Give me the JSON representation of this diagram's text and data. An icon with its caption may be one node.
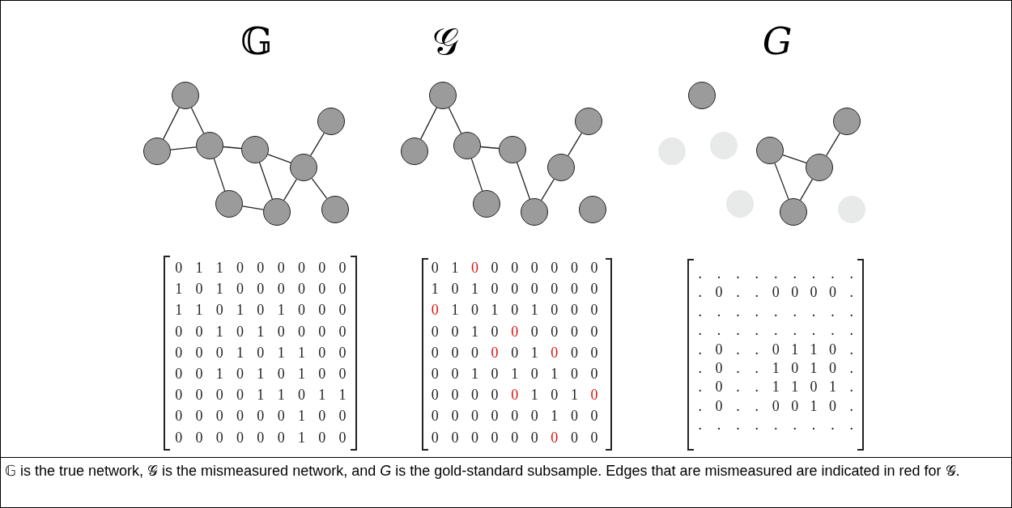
{
  "diagram": {
    "caption": "𝔾 is the true network, 𝒢 is the mismeasured network, and *G* is the gold-standard subsample. Edges that are mismeasured are indicated in red for 𝒢.",
    "nodes": [
      {
        "text": [],
        "shape": "circle"
      },
      {
        "text": [],
        "shape": "circle"
      },
      {
        "text": [],
        "shape": "circle"
      },
      {
        "text": [],
        "shape": "circle"
      },
      {
        "text": [],
        "shape": "circle"
      },
      {
        "text": [],
        "shape": "circle"
      },
      {
        "text": [],
        "shape": "circle"
      },
      {
        "text": [],
        "shape": "circle"
      },
      {
        "text": [],
        "shape": "circle"
      },
      {
        "text": [],
        "shape": "circle"
      },
      {
        "text": [],
        "shape": "circle"
      },
      {
        "text": [],
        "shape": "circle"
      },
      {
        "text": [],
        "shape": "circle"
      },
      {
        "text": [],
        "shape": "circle"
      },
      {
        "text": [],
        "shape": "circle"
      },
      {
        "text": [],
        "shape": "circle"
      },
      {
        "text": [],
        "shape": "circle"
      },
      {
        "text": [],
        "shape": "circle"
      },
      {
        "text": [],
        "shape": "circle"
      },
      {
        "text": [],
        "shape": "circle"
      },
      {
        "text": [],
        "shape": "circle"
      },
      {
        "text": [],
        "shape": "circle"
      },
      {
        "text": [],
        "shape": "circle"
      },
      {
        "text": [],
        "shape": "circle"
      },
      {
        "text": [],
        "shape": "circle"
      },
      {
        "text": [],
        "shape": "circle"
      },
      {
        "text": [],
        "shape": "circle"
      }
    ],
    "edges": [
      {
        "from": 0,
        "to": 1,
        "arrow": "none"
      },
      {
        "from": 0,
        "to": 2,
        "arrow": "none"
      },
      {
        "from": 1,
        "to": 2,
        "arrow": "none"
      },
      {
        "from": 2,
        "to": 3,
        "arrow": "none"
      },
      {
        "from": 2,
        "to": 6,
        "arrow": "none"
      },
      {
        "from": 3,
        "to": 4,
        "arrow": "none"
      },
      {
        "from": 3,
        "to": 7,
        "arrow": "none"
      },
      {
        "from": 6,
        "to": 7,
        "arrow": "none"
      },
      {
        "from": 4,
        "to": 7,
        "arrow": "none"
      },
      {
        "from": 4,
        "to": 5,
        "arrow": "none"
      },
      {
        "from": 4,
        "to": 8,
        "arrow": "none"
      },
      {
        "from": 9,
        "to": 10,
        "arrow": "none"
      },
      {
        "from": 9,
        "to": 11,
        "arrow": "none"
      },
      {
        "from": 11,
        "to": 12,
        "arrow": "none"
      },
      {
        "from": 11,
        "to": 15,
        "arrow": "none"
      },
      {
        "from": 12,
        "to": 16,
        "arrow": "none"
      },
      {
        "from": 16,
        "to": 13,
        "arrow": "none"
      },
      {
        "from": 13,
        "to": 14,
        "arrow": "none"
      },
      {
        "from": 21,
        "to": 22,
        "arrow": "none"
      },
      {
        "from": 21,
        "to": 25,
        "arrow": "none"
      },
      {
        "from": 25,
        "to": 22,
        "arrow": "none"
      },
      {
        "from": 22,
        "to": 23,
        "arrow": "none"
      }
    ],
    "labels": [
      "𝔾",
      "𝒢",
      "G",
      "0 1 1 0 0 0 0 0 0",
      "1 0 1 0 0 0 0 0 0",
      "1 1 0 1 0 1 0 0 0",
      "0 0 1 0 1 0 0 0 0",
      "0 0 0 1 0 1 1 0 0",
      "0 0 1 0 1 0 1 0 0",
      "0 0 0 0 1 1 0 1 1",
      "0 0 0 0 0 0 1 0 0",
      "0 0 0 0 0 0 1 0 0",
      "0 1 0 0 0 0 0 0 0",
      "1 0 1 0 0 0 0 0 0",
      "0 1 0 1 0 1 0 0 0",
      "0 0 1 0 0 0 0 0 0",
      "0 0 0 0 0 1 0 0 0",
      "0 0 1 0 1 0 1 0 0",
      "0 0 0 0 0 1 0 1 0",
      "0 0 0 0 0 0 1 0 0",
      "0 0 0 0 0 0 0 0 0",
      ". . . . . . . . .",
      ". 0 . . 0 0 0 0 .",
      ". . . . . . . . .",
      ". . . . . . . . .",
      ". 0 . . 0 1 1 0 .",
      ". 0 . . 1 0 1 0 .",
      ". 0 . . 1 1 0 1 .",
      ". 0 . . 0 0 1 0 .",
      ". . . . . . . . ."
    ]
  }
}
